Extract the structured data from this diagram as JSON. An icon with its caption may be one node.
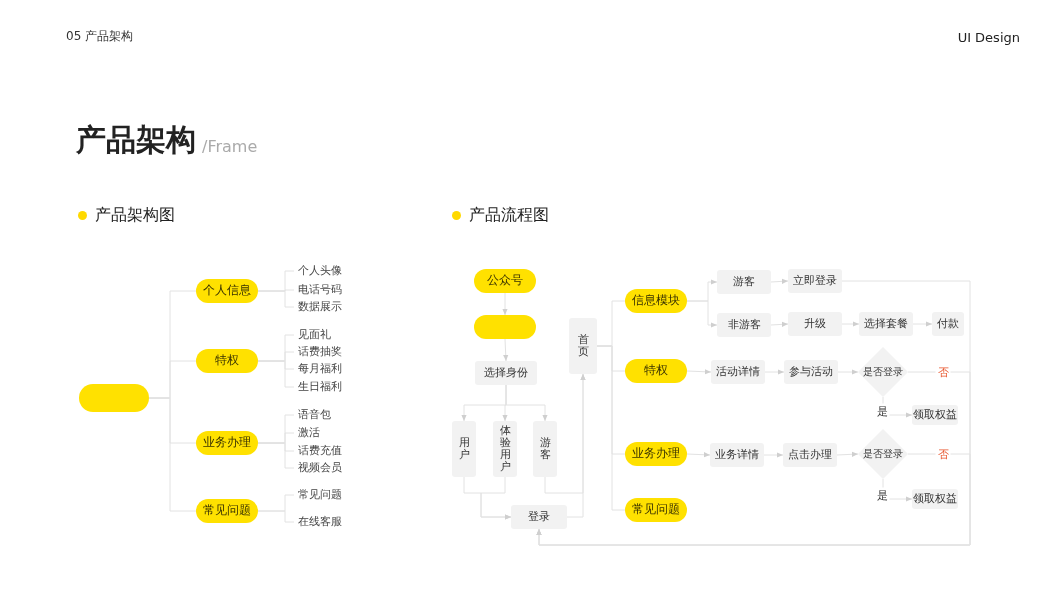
{
  "diagram": {
    "title": "产品架构",
    "nodes": [
      {
        "text": [],
        "shape": "box"
      },
      {
        "text": [
          "个人信息"
        ]
      },
      {
        "text": [
          "特权"
        ]
      },
      {
        "text": [
          "业务办理"
        ]
      },
      {
        "text": [
          "常见问题"
        ]
      },
      {
        "text": [
          "个人头像"
        ]
      },
      {
        "text": [
          "电话号码"
        ]
      },
      {
        "text": [
          "数据展示"
        ]
      },
      {
        "text": [
          "见面礼"
        ]
      },
      {
        "text": [
          "话费抽奖"
        ]
      },
      {
        "text": [
          "每月福利"
        ]
      },
      {
        "text": [
          "生日福利"
        ]
      },
      {
        "text": [
          "语音包"
        ]
      },
      {
        "text": [
          "激活"
        ]
      },
      {
        "text": [
          "话费充值"
        ]
      },
      {
        "text": [
          "视频会员"
        ]
      },
      {
        "text": [
          "常见问题"
        ]
      },
      {
        "text": [
          "在线客服"
        ]
      },
      {
        "text": [
          "公众号"
        ]
      },
      {
        "text": [],
        "shape": "box"
      },
      {
        "text": [
          "选择身份"
        ]
      },
      {
        "text": [
          "用户"
        ]
      },
      {
        "text": [
          "体验用户"
        ]
      },
      {
        "text": [
          "游客"
        ]
      },
      {
        "text": [
          "登录"
        ]
      },
      {
        "text": [
          "首页"
        ]
      },
      {
        "text": [
          "信息模块"
        ]
      },
      {
        "text": [
          "特权"
        ]
      },
      {
        "text": [
          "业务办理"
        ]
      },
      {
        "text": [
          "常见问题"
        ]
      },
      {
        "text": [
          "游客"
        ]
      },
      {
        "text": [
          "立即登录"
        ]
      },
      {
        "text": [
          "非游客"
        ]
      },
      {
        "text": [
          "升级"
        ]
      },
      {
        "text": [
          "选择套餐"
        ]
      },
      {
        "text": [
          "付款"
        ]
      },
      {
        "text": [
          "活动详情"
        ]
      },
      {
        "text": [
          "参与活动"
        ]
      },
      {
        "text": [
          "是否登录"
        ]
      },
      {
        "text": [
          "领取权益"
        ]
      },
      {
        "text": [
          "业务详情"
        ]
      },
      {
        "text": [
          "点击办理"
        ]
      },
      {
        "text": [
          "是否登录"
        ]
      },
      {
        "text": [
          "领取权益"
        ]
      }
    ],
    "edges": [
      {
        "from": 0,
        "to": 1,
        "arrow": "none"
      },
      {
        "from": 0,
        "to": 2,
        "arrow": "none"
      },
      {
        "from": 0,
        "to": 3,
        "arrow": "none"
      },
      {
        "from": 0,
        "to": 4,
        "arrow": "none"
      },
      {
        "from": 1,
        "to": 5,
        "arrow": "none"
      },
      {
        "from": 1,
        "to": 6,
        "arrow": "none"
      },
      {
        "from": 1,
        "to": 7,
        "arrow": "none"
      },
      {
        "from": 2,
        "to": 8,
        "arrow": "none"
      },
      {
        "from": 2,
        "to": 9,
        "arrow": "none"
      },
      {
        "from": 2,
        "to": 10,
        "arrow": "none"
      },
      {
        "from": 2,
        "to": 11,
        "arrow": "none"
      },
      {
        "from": 3,
        "to": 12,
        "arrow": "none"
      },
      {
        "from": 3,
        "to": 13,
        "arrow": "none"
      },
      {
        "from": 3,
        "to": 14,
        "arrow": "none"
      },
      {
        "from": 3,
        "to": 15,
        "arrow": "none"
      },
      {
        "from": 4,
        "to": 16,
        "arrow": "none"
      },
      {
        "from": 4,
        "to": 17,
        "arrow": "none"
      },
      {
        "from": 18,
        "to": 19,
        "arrow": "to"
      },
      {
        "from": 19,
        "to": 20,
        "arrow": "to"
      },
      {
        "from": 20,
        "to": 21,
        "arrow": "to"
      },
      {
        "from": 20,
        "to": 22,
        "arrow": "to"
      },
      {
        "from": 20,
        "to": 23,
        "arrow": "to"
      },
      {
        "from": 21,
        "to": 24,
        "arrow": "to"
      },
      {
        "from": 22,
        "to": 24,
        "arrow": "to"
      },
      {
        "from": 23,
        "to": 25,
        "arrow": "to"
      },
      {
        "from": 24,
        "to": 25,
        "arrow": "to"
      },
      {
        "from": 25,
        "to": 26,
        "arrow": "none"
      },
      {
        "from": 25,
        "to": 27,
        "arrow": "none"
      },
      {
        "from": 25,
        "to": 28,
        "arrow": "none"
      },
      {
        "from": 25,
        "to": 29,
        "arrow": "none"
      },
      {
        "from": 26,
        "to": 30,
        "arrow": "to"
      },
      {
        "from": 26,
        "to": 32,
        "arrow": "to"
      },
      {
        "from": 30,
        "to": 31,
        "arrow": "to"
      },
      {
        "from": 32,
        "to": 33,
        "arrow": "to"
      },
      {
        "from": 33,
        "to": 34,
        "arrow": "to"
      },
      {
        "from": 34,
        "to": 35,
        "arrow": "to"
      },
      {
        "from": 27,
        "to": 36,
        "arrow": "to"
      },
      {
        "from": 36,
        "to": 37,
        "arrow": "to"
      },
      {
        "from": 37,
        "to": 38,
        "arrow": "to"
      },
      {
        "from": 38,
        "to": 24,
        "arrow": "to",
        "label": "否"
      },
      {
        "from": 38,
        "to": 39,
        "arrow": "to",
        "label": "是"
      },
      {
        "from": 28,
        "to": 40,
        "arrow": "to"
      },
      {
        "from": 40,
        "to": 41,
        "arrow": "to"
      },
      {
        "from": 41,
        "to": 42,
        "arrow": "to"
      },
      {
        "from": 42,
        "to": 24,
        "arrow": "to",
        "label": "否"
      },
      {
        "from": 42,
        "to": 43,
        "arrow": "to",
        "label": "是"
      },
      {
        "from": 31,
        "to": 24,
        "arrow": "to"
      }
    ],
    "labels": [
      "05 产品架构",
      "UI Design",
      "/Frame",
      "产品架构图",
      "产品流程图"
    ]
  }
}
